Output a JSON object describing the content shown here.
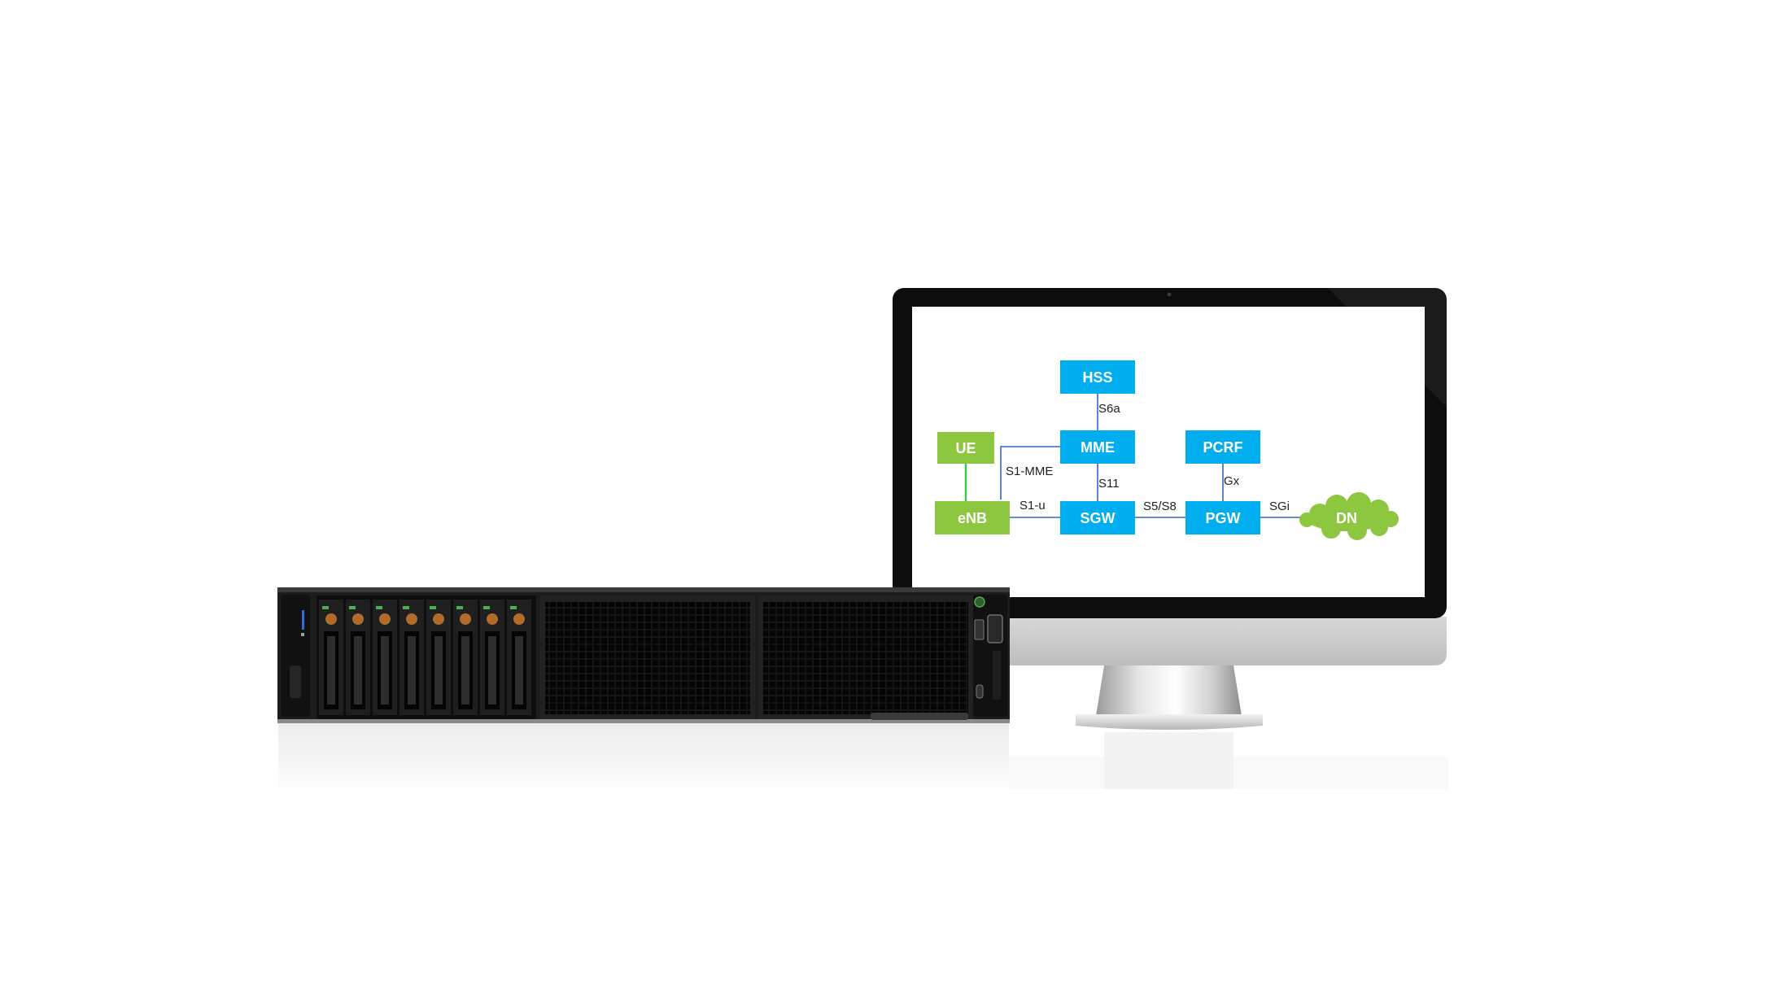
{
  "diagram": {
    "nodes": {
      "hss": {
        "label": "HSS",
        "kind": "core"
      },
      "mme": {
        "label": "MME",
        "kind": "core"
      },
      "pcrf": {
        "label": "PCRF",
        "kind": "core"
      },
      "ue": {
        "label": "UE",
        "kind": "access"
      },
      "enb": {
        "label": "eNB",
        "kind": "access"
      },
      "sgw": {
        "label": "SGW",
        "kind": "core"
      },
      "pgw": {
        "label": "PGW",
        "kind": "core"
      },
      "dn": {
        "label": "DN",
        "kind": "cloud"
      }
    },
    "links": {
      "s6a": {
        "label": "S6a",
        "from": "HSS",
        "to": "MME"
      },
      "s1_mme": {
        "label": "S1-MME",
        "from": "eNB",
        "to": "MME"
      },
      "s11": {
        "label": "S11",
        "from": "MME",
        "to": "SGW"
      },
      "gx": {
        "label": "Gx",
        "from": "PCRF",
        "to": "PGW"
      },
      "s1_u": {
        "label": "S1-u",
        "from": "eNB",
        "to": "SGW"
      },
      "s5_s8": {
        "label": "S5/S8",
        "from": "SGW",
        "to": "PGW"
      },
      "sgi": {
        "label": "SGi",
        "from": "PGW",
        "to": "DN"
      },
      "uu": {
        "label": "",
        "from": "UE",
        "to": "eNB"
      }
    },
    "colors": {
      "core": "#00aeef",
      "access": "#8dc63f",
      "cloud": "#8dc63f",
      "link": "#3366cc",
      "radio_link": "#2ecc40"
    }
  },
  "hardware": {
    "server_icon": "rack-server-2u",
    "monitor_icon": "all-in-one-monitor"
  }
}
